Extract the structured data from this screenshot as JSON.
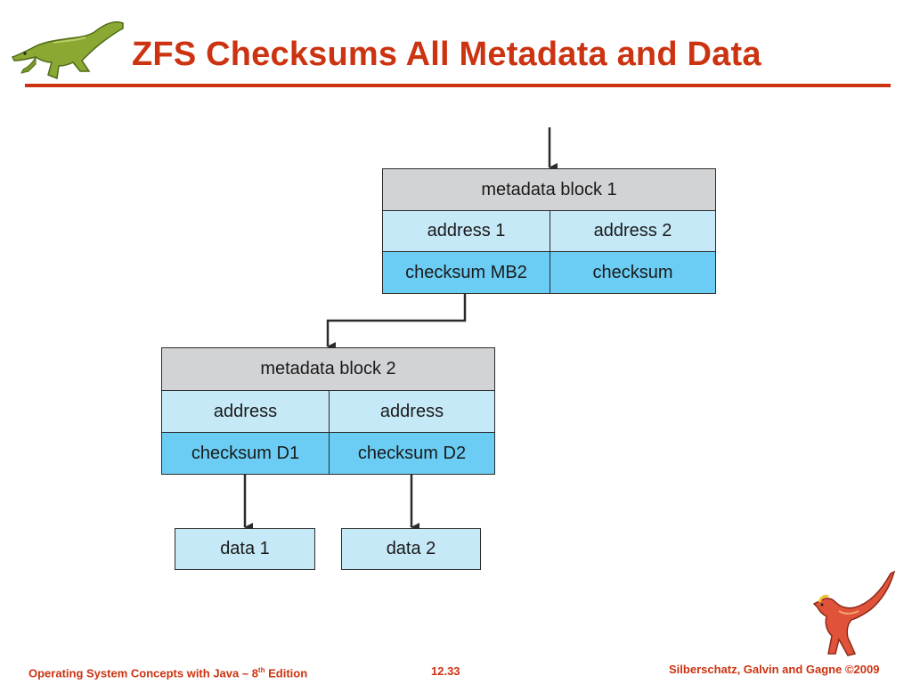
{
  "title": "ZFS Checksums All Metadata and Data",
  "metadata_block_1": {
    "header": "metadata block 1",
    "address_left": "address 1",
    "address_right": "address 2",
    "checksum_left": "checksum MB2",
    "checksum_right": "checksum"
  },
  "metadata_block_2": {
    "header": "metadata block 2",
    "address_left": "address",
    "address_right": "address",
    "checksum_left": "checksum D1",
    "checksum_right": "checksum D2"
  },
  "data_blocks": [
    "data 1",
    "data 2"
  ],
  "footer": {
    "left_main": "Operating System Concepts  with Java – 8",
    "left_sup": "th",
    "left_tail": " Edition",
    "center": "12.33",
    "right": "Silberschatz, Galvin and Gagne ©2009"
  },
  "icons": [
    "green-dinosaur-icon",
    "red-dinosaur-icon"
  ],
  "colors": {
    "title": "#cc3311",
    "header_fill": "#d2d3d5",
    "address_fill": "#c6e9f8",
    "checksum_fill": "#6bcdf3"
  }
}
